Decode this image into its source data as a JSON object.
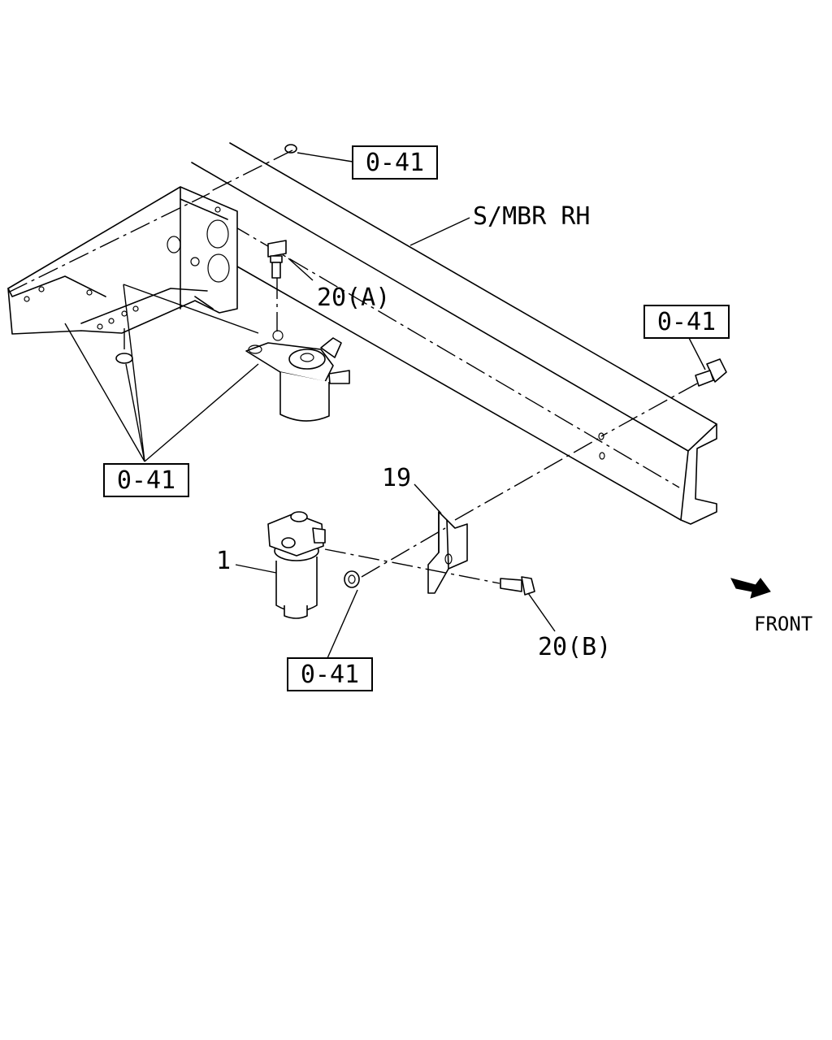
{
  "labels": {
    "ref_top": "0-41",
    "ref_right": "0-41",
    "ref_left": "0-41",
    "ref_bottom": "0-41",
    "side_member": "S/MBR RH",
    "bolt_a": "20(A)",
    "bolt_b": "20(B)",
    "bracket": "19",
    "filter": "1",
    "front": "FRONT"
  },
  "icons": {
    "direction_arrow": "front-arrow-icon"
  }
}
